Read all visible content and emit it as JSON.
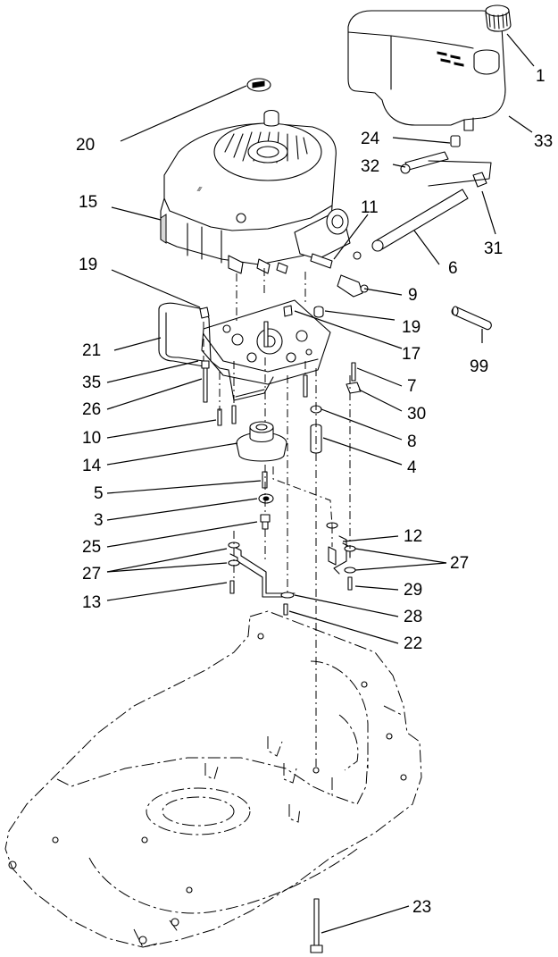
{
  "callouts": [
    {
      "key": "c1",
      "label": "1"
    },
    {
      "key": "c33",
      "label": "33"
    },
    {
      "key": "c20",
      "label": "20"
    },
    {
      "key": "c24",
      "label": "24"
    },
    {
      "key": "c32",
      "label": "32"
    },
    {
      "key": "c15",
      "label": "15"
    },
    {
      "key": "c11",
      "label": "11"
    },
    {
      "key": "c31",
      "label": "31"
    },
    {
      "key": "c6",
      "label": "6"
    },
    {
      "key": "c19a",
      "label": "19"
    },
    {
      "key": "c9",
      "label": "9"
    },
    {
      "key": "c19b",
      "label": "19"
    },
    {
      "key": "c21",
      "label": "21"
    },
    {
      "key": "c17",
      "label": "17"
    },
    {
      "key": "c99",
      "label": "99"
    },
    {
      "key": "c35",
      "label": "35"
    },
    {
      "key": "c7",
      "label": "7"
    },
    {
      "key": "c26",
      "label": "26"
    },
    {
      "key": "c30",
      "label": "30"
    },
    {
      "key": "c10",
      "label": "10"
    },
    {
      "key": "c8",
      "label": "8"
    },
    {
      "key": "c14",
      "label": "14"
    },
    {
      "key": "c4",
      "label": "4"
    },
    {
      "key": "c5",
      "label": "5"
    },
    {
      "key": "c3",
      "label": "3"
    },
    {
      "key": "c25",
      "label": "25"
    },
    {
      "key": "c12",
      "label": "12"
    },
    {
      "key": "c27a",
      "label": "27"
    },
    {
      "key": "c27b",
      "label": "27"
    },
    {
      "key": "c13",
      "label": "13"
    },
    {
      "key": "c29",
      "label": "29"
    },
    {
      "key": "c28",
      "label": "28"
    },
    {
      "key": "c22",
      "label": "22"
    },
    {
      "key": "c23",
      "label": "23"
    }
  ],
  "parts": {
    "fuel_tank": "fuel-tank",
    "fuel_cap": "fuel-cap",
    "engine": "engine",
    "decal": "decal",
    "engine_plate": "engine-mounting-plate",
    "handle_bracket": "bracket",
    "pulley": "pulley",
    "fuel_line": "fuel-line",
    "fuel_filter": "fuel-filter",
    "hose": "hose",
    "deck": "mower-deck",
    "rods": "linkage-rods",
    "bolt_23": "bolt"
  }
}
